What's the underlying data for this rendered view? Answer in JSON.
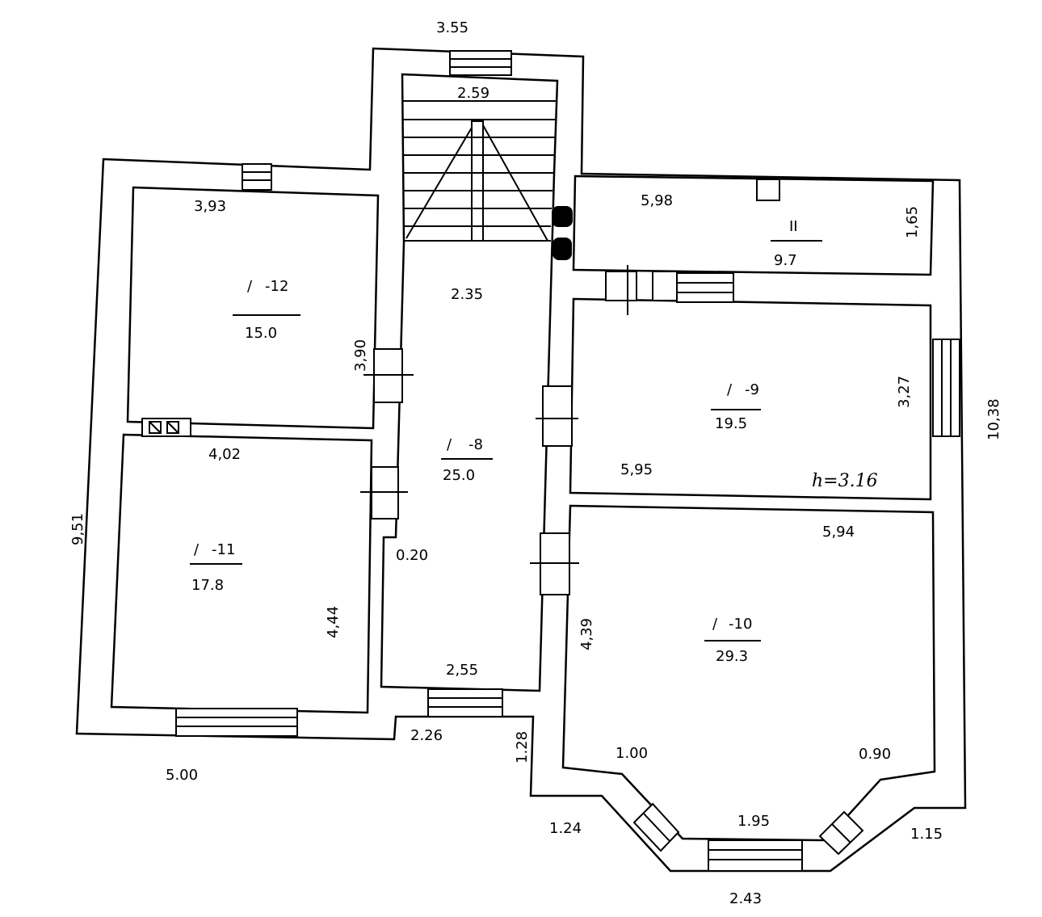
{
  "plan": {
    "colors": {
      "line": "#000000",
      "room_prefix": "#c0392b"
    },
    "rooms": [
      {
        "prefix": "/",
        "number": "-12",
        "area": "15.0"
      },
      {
        "prefix": "/",
        "number": "-11",
        "area": "17.8"
      },
      {
        "prefix": "/",
        "number": "-8",
        "area": "25.0"
      },
      {
        "prefix": "",
        "number": "II",
        "area": "9.7"
      },
      {
        "prefix": "/",
        "number": "-9",
        "area": "19.5"
      },
      {
        "prefix": "/",
        "number": "-10",
        "area": "29.3"
      }
    ],
    "dimensions": {
      "top_outer": "3.55",
      "stair_width": "2.59",
      "r12_width": "3,93",
      "r12_depth": "3,90",
      "r11_width": "4,02",
      "r11_depth": "4,44",
      "left_total": "9,51",
      "left_bottom": "5.00",
      "corridor_top": "2.35",
      "corridor_step": "0.20",
      "corridor_bottom": "2,55",
      "porch_width": "2.26",
      "porch_depth": "1.28",
      "rII_width": "5,98",
      "rII_depth": "1,65",
      "r9_depth": "3,27",
      "r9_width": "5,95",
      "ceiling_height": "h=3.16",
      "right_total": "10,38",
      "r10_width": "5,94",
      "r10_depth": "4,39",
      "bay_left": "1.00",
      "bay_right": "0.90",
      "bay_front": "1.95",
      "bay_left_outer": "1.24",
      "bay_right_outer": "1.15",
      "bay_outer": "2.43"
    }
  }
}
